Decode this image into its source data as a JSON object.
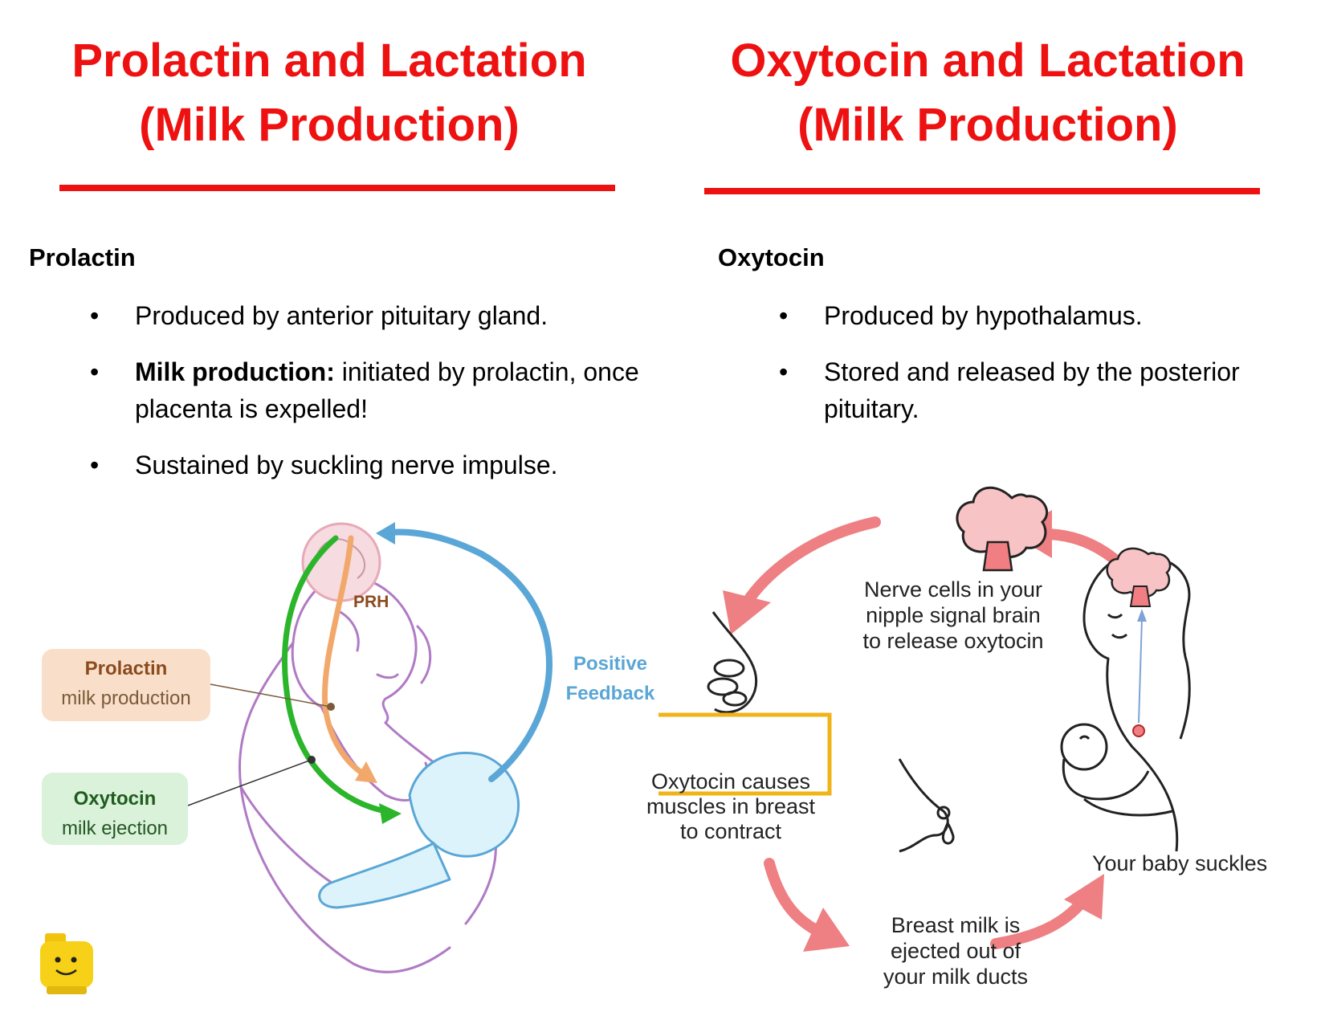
{
  "left": {
    "title_line1": "Prolactin and Lactation",
    "title_line2": "(Milk Production)",
    "heading": "Prolactin",
    "bullet_glyph": "•",
    "bullets": [
      {
        "bold": "",
        "text": "Produced by anterior pituitary gland."
      },
      {
        "bold": "Milk production:",
        "text": " initiated by  prolactin, once placenta is  expelled!"
      },
      {
        "bold": "",
        "text": "Sustained by suckling nerve  impulse."
      }
    ],
    "diagram": {
      "prh_label": "PRH",
      "prolactin_title": "Prolactin",
      "prolactin_sub": "milk production",
      "oxytocin_title": "Oxytocin",
      "oxytocin_sub": "milk ejection",
      "feedback_line1": "Positive",
      "feedback_line2": "Feedback"
    }
  },
  "right": {
    "title_line1": "Oxytocin and Lactation",
    "title_line2": "(Milk Production)",
    "heading": "Oxytocin",
    "bullet_glyph": "•",
    "bullets": [
      {
        "bold": "",
        "text": "Produced by hypothalamus."
      },
      {
        "bold": "",
        "text": "Stored and released by the posterior pituitary."
      }
    ],
    "cycle": {
      "nerve_text": "Nerve cells in your nipple signal brain to release oxytocin",
      "contract_text": "Oxytocin causes muscles in breast to contract",
      "ejected_text": "Breast milk is ejected out of your milk ducts",
      "suckles_text": "Your baby suckles"
    }
  },
  "colors": {
    "title_red": "#ee1111",
    "arrow_pink": "#ee7f82",
    "feedback_blue": "#5aa6d6",
    "oxytocin_green": "#2bb52b",
    "prolactin_orange": "#f2a86a",
    "highlight_yellow": "#f0b418"
  }
}
